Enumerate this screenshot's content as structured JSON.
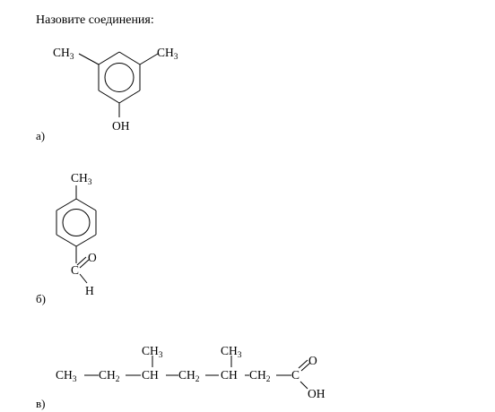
{
  "title": "Назовите соединения:",
  "items": [
    {
      "label": "а)",
      "substituents": {
        "left_methyl": "CH",
        "right_methyl": "CH",
        "methyl_subscript": "3",
        "hydroxyl": "OH"
      }
    },
    {
      "label": "б)",
      "substituents": {
        "methyl": "CH",
        "methyl_subscript": "3",
        "carbon": "C",
        "oxygen": "O",
        "hydrogen": "H"
      }
    },
    {
      "label": "в)",
      "chain": {
        "ch3": "CH",
        "ch2": "CH",
        "ch": "CH",
        "c": "C",
        "sub3": "3",
        "sub2": "2",
        "oxygen": "O",
        "hydroxyl": "OH"
      }
    }
  ]
}
